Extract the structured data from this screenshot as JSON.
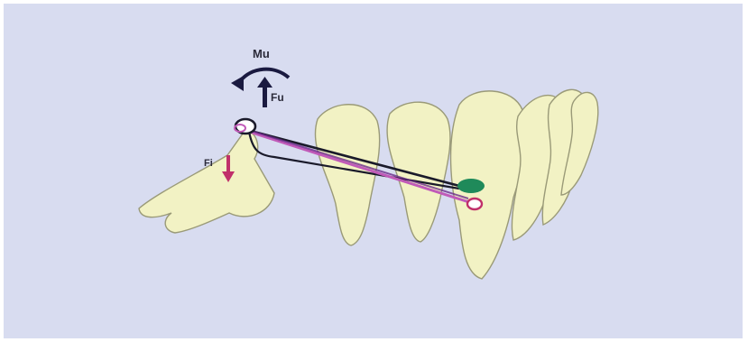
{
  "labels": {
    "moment": "Mu",
    "upward_force": "Fu",
    "intrusive_force": "Fi"
  },
  "colors": {
    "background": "#d8dcf0",
    "tooth_fill": "#f2f2c4",
    "tooth_outline": "#9a9a78",
    "wire_black": "#1a1a2a",
    "wire_magenta": "#c05ab8",
    "wire_purple": "#6a2a8a",
    "attachment_green": "#1f8a5a",
    "force_up_arrow": "#1a1a40",
    "force_down_arrow": "#c0306a"
  },
  "icons": {
    "moment_arrow": "curved-arrow-icon",
    "upward_force_arrow": "arrow-up-icon",
    "intrusive_force_arrow": "arrow-down-icon"
  }
}
